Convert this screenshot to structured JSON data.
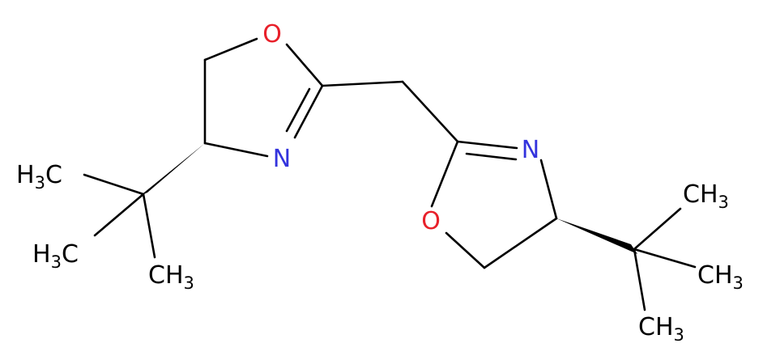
{
  "colors": {
    "carbon": "#000000",
    "oxygen": "#e8202a",
    "nitrogen": "#3333dd",
    "background": "#ffffff"
  },
  "atoms": {
    "o_left": "O",
    "n_left": "N",
    "o_right": "O",
    "n_right": "N",
    "methyl_l1": {
      "main": "H",
      "sub": "3",
      "tail": "C"
    },
    "methyl_l2": {
      "main": "H",
      "sub": "3",
      "tail": "C"
    },
    "methyl_l3": {
      "main": "CH",
      "sub": "3"
    },
    "methyl_r1": {
      "main": "CH",
      "sub": "3"
    },
    "methyl_r2": {
      "main": "CH",
      "sub": "3"
    },
    "methyl_r3": {
      "main": "CH",
      "sub": "3"
    }
  }
}
